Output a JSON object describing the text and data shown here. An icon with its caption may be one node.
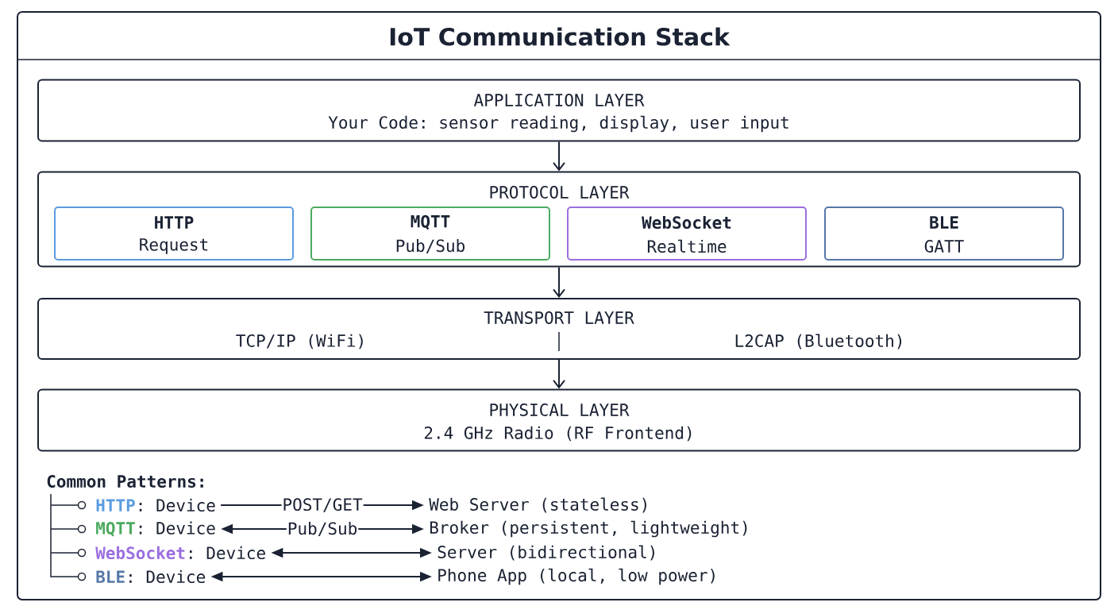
{
  "diagram": {
    "title": "IoT Communication Stack",
    "nodes": [
      {
        "text": [
          "APPLICATION LAYER",
          "Your Code: sensor reading, display, user input"
        ]
      },
      {
        "text": [
          "PROTOCOL LAYER"
        ]
      },
      {
        "text": [
          "HTTP",
          "Request"
        ],
        "in": 1
      },
      {
        "text": [
          "MQTT",
          "Pub/Sub"
        ],
        "in": 1
      },
      {
        "text": [
          "WebSocket",
          "Realtime"
        ],
        "in": 1
      },
      {
        "text": [
          "BLE",
          "GATT"
        ],
        "in": 1
      },
      {
        "text": [
          "TRANSPORT LAYER",
          "TCP/IP (WiFi)",
          "L2CAP (Bluetooth)"
        ]
      },
      {
        "text": [
          "PHYSICAL LAYER",
          "2.4 GHz Radio (RF Frontend)"
        ]
      },
      {
        "text": [
          "HTTP",
          ": Device"
        ]
      },
      {
        "text": [
          "Web Server (stateless)"
        ]
      },
      {
        "text": [
          "MQTT",
          ": Device"
        ]
      },
      {
        "text": [
          "Broker (persistent, lightweight)"
        ]
      },
      {
        "text": [
          "WebSocket",
          ": Device"
        ]
      },
      {
        "text": [
          "Server (bidirectional)"
        ]
      },
      {
        "text": [
          "BLE",
          ": Device"
        ]
      },
      {
        "text": [
          "Phone App (local, low power)"
        ]
      }
    ],
    "edges": [
      {
        "from": 0,
        "to": 1,
        "arrow": "to"
      },
      {
        "from": 1,
        "to": 6,
        "arrow": "to"
      },
      {
        "from": 6,
        "to": 7,
        "arrow": "to"
      },
      {
        "from": 8,
        "to": 9,
        "arrow": "to",
        "label": "POST/GET"
      },
      {
        "from": 10,
        "to": 11,
        "arrow": "both",
        "label": "Pub/Sub"
      },
      {
        "from": 12,
        "to": 13,
        "arrow": "both"
      },
      {
        "from": 14,
        "to": 15,
        "arrow": "both"
      }
    ],
    "labels": [
      "Common Patterns:"
    ]
  }
}
